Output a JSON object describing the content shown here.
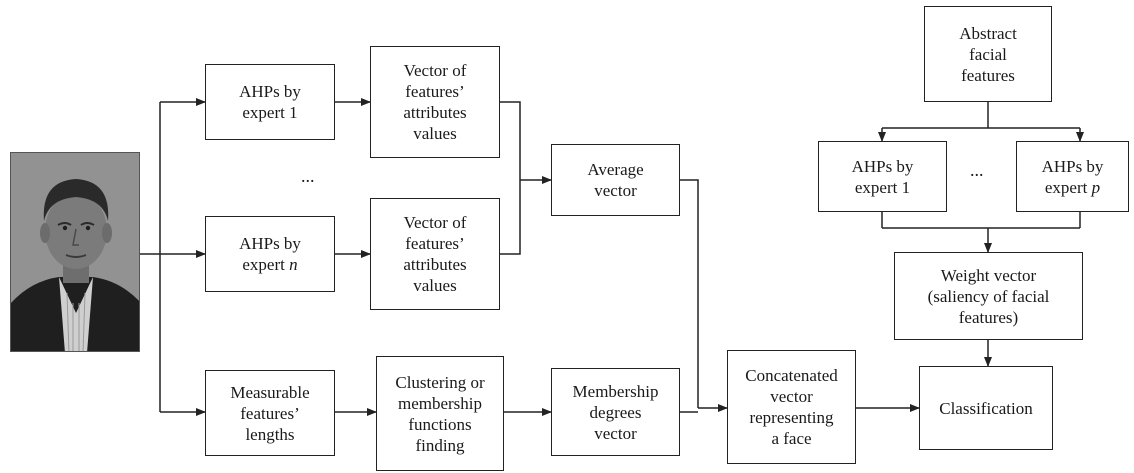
{
  "nodes": {
    "ahp_expert_1": {
      "text": "AHPs by\nexpert 1"
    },
    "ahp_expert_n": {
      "text": "AHPs by\nexpert ",
      "var": "n"
    },
    "ellipsis_left": "...",
    "vector_attr_top": {
      "text": "Vector of\nfeatures’\nattributes\nvalues"
    },
    "vector_attr_bottom": {
      "text": "Vector of\nfeatures’\nattributes\nvalues"
    },
    "average_vector": {
      "text": "Average\nvector"
    },
    "measurable_lengths": {
      "text": "Measurable\nfeatures’\nlengths"
    },
    "clustering": {
      "text": "Clustering or\nmembership\nfunctions\nfinding"
    },
    "membership_vector": {
      "text": "Membership\ndegrees\nvector"
    },
    "concatenated_vector": {
      "text": "Concatenated\nvector\nrepresenting\na face"
    },
    "abstract_features": {
      "text": "Abstract\nfacial\nfeatures"
    },
    "ahp_expert_1_right": {
      "text": "AHPs by\nexpert 1"
    },
    "ellipsis_right": "...",
    "ahp_expert_p": {
      "text": "AHPs by\nexpert ",
      "var": "p"
    },
    "weight_vector": {
      "text": "Weight vector\n(saliency of facial\nfeatures)"
    },
    "classification": {
      "text": "Classification"
    }
  },
  "colors": {
    "line": "#222222",
    "box_border": "#222222",
    "photo_bg": "#8c8c8c"
  }
}
